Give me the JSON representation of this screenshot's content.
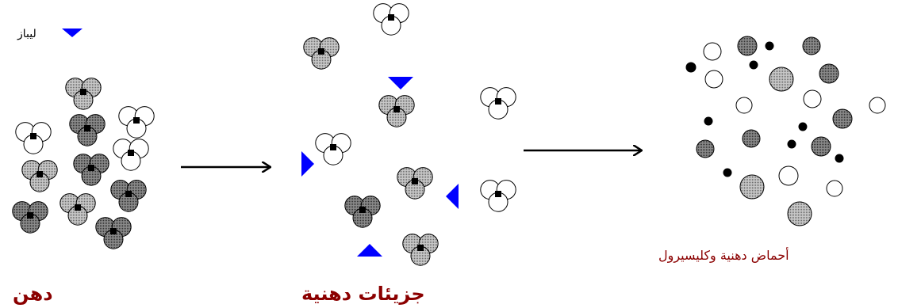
{
  "legend": {
    "text": "ليباز",
    "icon": "blue-triangle-icon"
  },
  "labels": {
    "fat": "دهن",
    "fat_molecules": "جزيئات دهنية",
    "products": "أحماض دهنية وكليسيرول"
  },
  "colors": {
    "lipase": "#0000ff",
    "label": "#8b0000",
    "circle_gray": "#9e9e9e",
    "circle_dark": "#707070",
    "circle_white": "#ffffff",
    "center": "#000000"
  }
}
